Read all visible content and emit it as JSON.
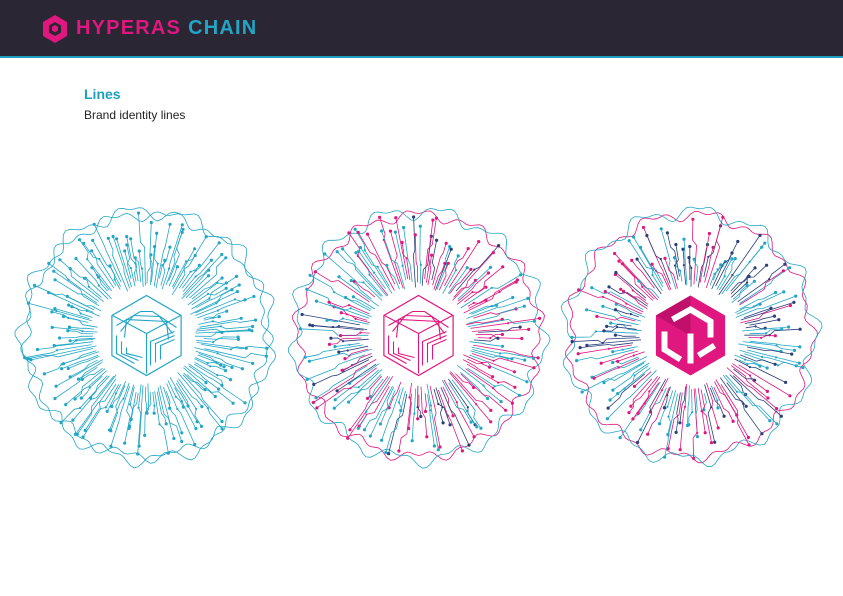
{
  "header": {
    "brand_primary": "HYPERAS",
    "brand_secondary": "CHAIN",
    "logo_icon": "hexagon-cube-logo"
  },
  "section": {
    "title": "Lines",
    "subtitle": "Brand identity lines"
  },
  "colors": {
    "bar": "#2a2634",
    "magenta": "#e0177f",
    "cyan": "#22a6c6",
    "navy": "#2a3f7a"
  },
  "emblems": [
    {
      "variant": "cyan",
      "icon": "circuit-cube-outline-icon"
    },
    {
      "variant": "cyan-magenta",
      "icon": "circuit-cube-outline-magenta-icon"
    },
    {
      "variant": "mixed-solid",
      "icon": "circuit-cube-solid-icon"
    }
  ]
}
